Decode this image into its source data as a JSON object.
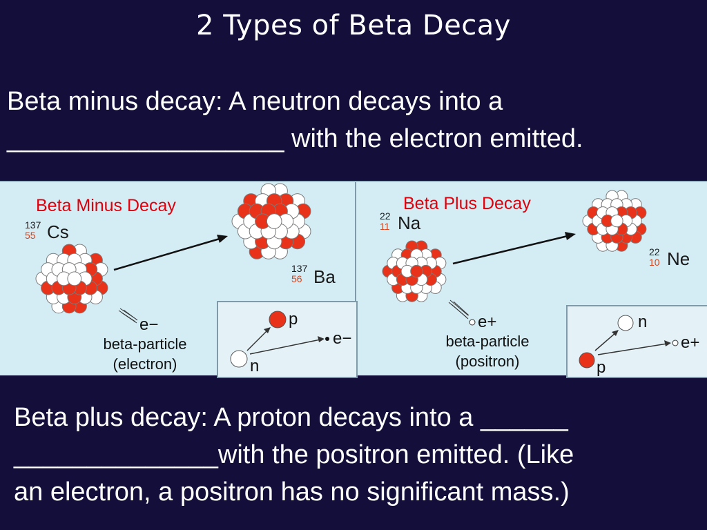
{
  "title": "2 Types of Beta Decay",
  "intro": {
    "line1": "Beta minus decay:  A neutron decays into a",
    "line2": "___________________ with the electron emitted."
  },
  "closing": {
    "line1": "Beta plus decay:  A proton decays into a ______",
    "line2": "______________with the positron emitted.  (Like",
    "line3": "an electron, a positron has no significant mass.)"
  },
  "beta_minus": {
    "heading": "Beta Minus Decay",
    "parent": {
      "mass": "137",
      "atomic": "55",
      "symbol": "Cs"
    },
    "daughter": {
      "mass": "137",
      "atomic": "56",
      "symbol": "Ba"
    },
    "emitted": "e−",
    "particle_line1": "beta-particle",
    "particle_line2": "(electron)",
    "inset": {
      "top_label": "p",
      "bottom_label": "n",
      "emitted": "e−"
    }
  },
  "beta_plus": {
    "heading": "Beta Plus Decay",
    "parent": {
      "mass": "22",
      "atomic": "11",
      "symbol": "Na"
    },
    "daughter": {
      "mass": "22",
      "atomic": "10",
      "symbol": "Ne"
    },
    "emitted": "e+",
    "particle_line1": "beta-particle",
    "particle_line2": "(positron)",
    "inset": {
      "top_label": "n",
      "bottom_label": "p",
      "emitted": "e+"
    }
  },
  "colors": {
    "background": "#130f3a",
    "panel": "#d4ecf4",
    "proton": "#e8321a",
    "neutron": "#ffffff",
    "heading_red": "#e0000b"
  }
}
